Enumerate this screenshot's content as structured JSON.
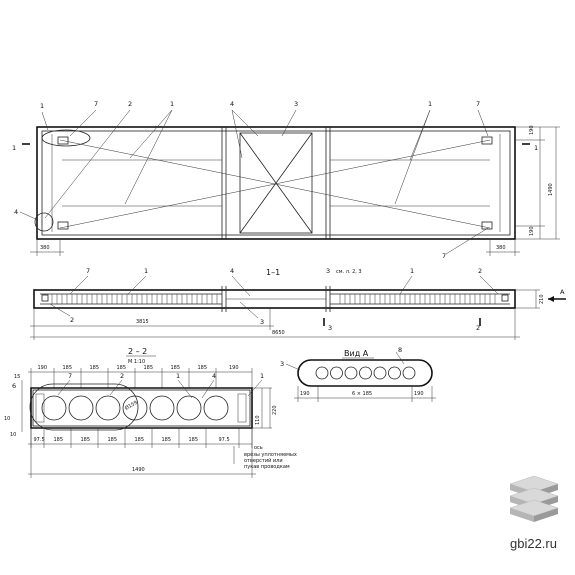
{
  "plan": {
    "labels": [
      "1",
      "7",
      "2",
      "1",
      "4",
      "3",
      "1",
      "7"
    ],
    "left_label_4": "4",
    "left_label_7b": "7",
    "section_mark_left": "1",
    "section_mark_right": "1",
    "dim_top_right": "190",
    "dim_bottom_right": "190",
    "dim_height": "1490",
    "dim_left": "380",
    "dim_right": "380"
  },
  "section11": {
    "title": "1–1",
    "labels_top": [
      "7",
      "1",
      "4",
      "3",
      "1",
      "2"
    ],
    "note": "см. л. 2, 3",
    "label_bottom_left": "2",
    "label_bottom_mid": "3",
    "label_bottom_3": "3",
    "label_bottom_2": "2",
    "dim_height": "210",
    "view_a": "A",
    "dim_half": "3815",
    "dim_total": "8650"
  },
  "section22": {
    "title": "2 – 2",
    "scale": "М 1:10",
    "top_dims": [
      "190",
      "185",
      "185",
      "185",
      "185",
      "185",
      "185",
      "190"
    ],
    "labels": [
      "6",
      "7",
      "2",
      "1",
      "4",
      "1"
    ],
    "hole_dia": "Ø159",
    "left_dims": [
      "15",
      "10",
      "10"
    ],
    "right_dims": [
      "110",
      "220"
    ],
    "bottom_dims": [
      "97.5",
      "185",
      "185",
      "185",
      "185",
      "185",
      "185",
      "97.5"
    ],
    "total": "1490",
    "note_lines": [
      "ось",
      "вре́зы уплотняемых",
      "отверстий или",
      "пукав проводкам"
    ]
  },
  "viewA": {
    "title": "Вид А",
    "label_3": "3",
    "label_8": "8",
    "dim_left": "190",
    "dim_mid": "6 × 185",
    "dim_right": "190"
  },
  "watermark": {
    "site": "gbi22.ru"
  }
}
